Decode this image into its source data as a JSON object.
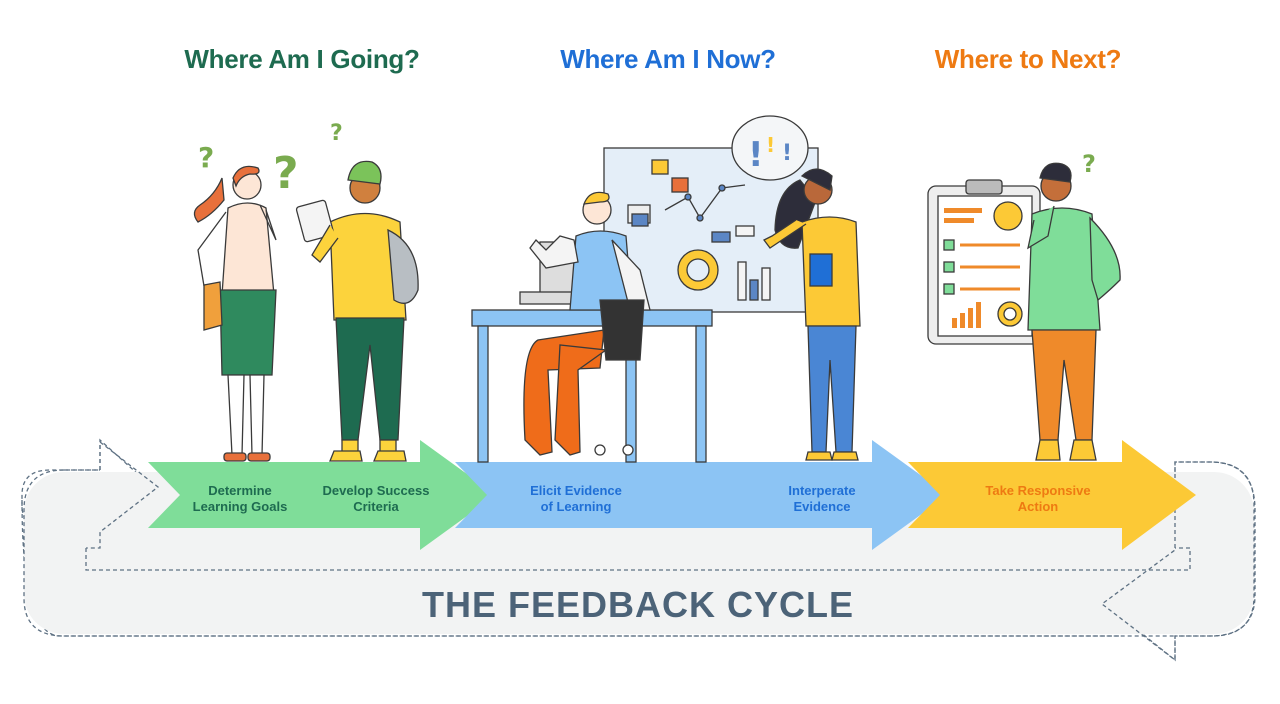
{
  "headings": {
    "going": "Where Am I Going?",
    "now": "Where Am I Now?",
    "next": "Where to Next?"
  },
  "steps": [
    {
      "line1": "Determine",
      "line2": "Learning Goals"
    },
    {
      "line1": "Develop Success",
      "line2": "Criteria"
    },
    {
      "line1": "Elicit Evidence",
      "line2": "of Learning"
    },
    {
      "line1": "Interperate",
      "line2": "Evidence"
    },
    {
      "line1": "Take Responsive",
      "line2": "Action"
    }
  ],
  "cycle_title": "THE FEEDBACK CYCLE",
  "colors": {
    "green_heading": "#1e6b50",
    "blue_heading": "#1f6fd6",
    "orange_heading": "#ee7a12",
    "green_arrow": "#7fdd99",
    "blue_arrow": "#8cc4f4",
    "yellow_arrow": "#fcc936",
    "cycle_text": "#4c6378"
  },
  "icons": [
    "question-mark-icon",
    "exclamation-bubble-icon",
    "check-box-icon"
  ]
}
